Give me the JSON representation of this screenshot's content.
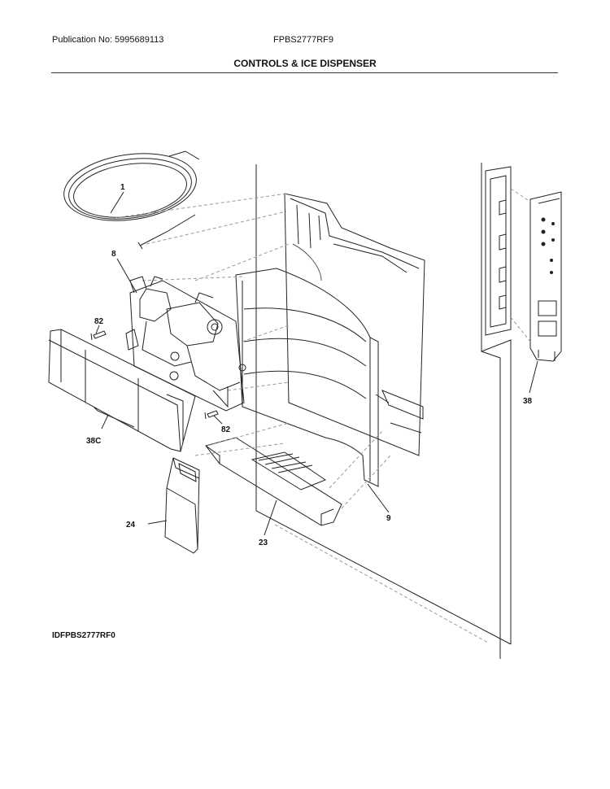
{
  "header": {
    "publication": "Publication No: 5995689113",
    "model": "FPBS2777RF9",
    "title": "CONTROLS & ICE DISPENSER"
  },
  "callouts": {
    "c1": "1",
    "c8": "8",
    "c82a": "82",
    "c82b": "82",
    "c38c": "38C",
    "c24": "24",
    "c23": "23",
    "c9": "9",
    "c38": "38"
  },
  "footer": {
    "diagram_id": "IDFPBS2777RF0"
  }
}
